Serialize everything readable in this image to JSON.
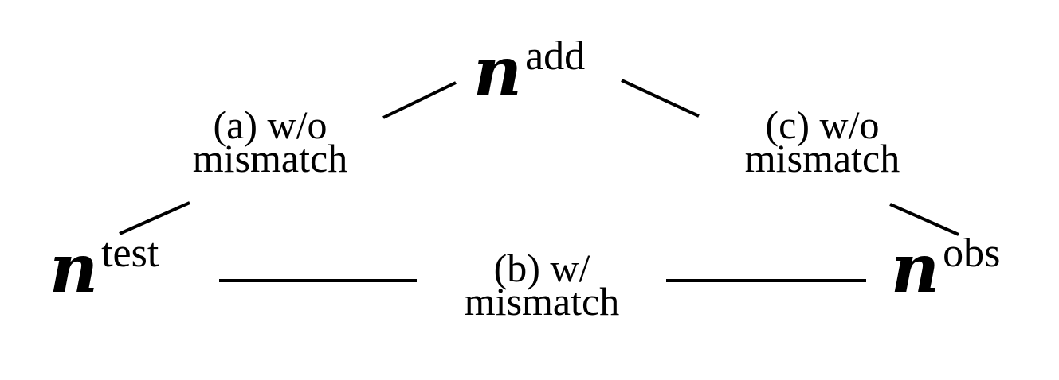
{
  "nodes": {
    "top": {
      "symbol": "n",
      "superscript": "add"
    },
    "left": {
      "symbol": "n",
      "superscript": "test"
    },
    "right": {
      "symbol": "n",
      "superscript": "obs"
    }
  },
  "edge_labels": {
    "a": {
      "line1": "(a) w/o",
      "line2": "mismatch"
    },
    "b": {
      "line1": "(b) w/",
      "line2": "mismatch"
    },
    "c": {
      "line1": "(c) w/o",
      "line2": "mismatch"
    }
  }
}
